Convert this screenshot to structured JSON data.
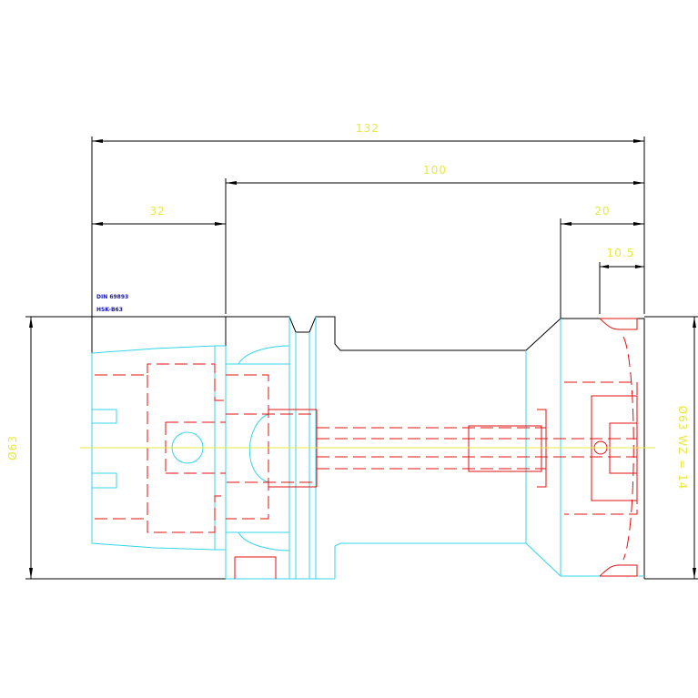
{
  "dimensions": {
    "overall_length": "132",
    "body_length": "100",
    "shank_length": "32",
    "nose_length": "20",
    "nose_step": "10.5",
    "shank_diameter": "Ø63",
    "nose_diameter": "Ø63 WZ = 14"
  },
  "notes": {
    "standard": "DIN 69893",
    "interface": "HSK-B63"
  },
  "colors": {
    "dimension_text": "#e8e840",
    "outline": "#000000",
    "hidden_edges": "#33d6e8",
    "internal_parts": "#e01010",
    "note_text": "#1010c0"
  }
}
